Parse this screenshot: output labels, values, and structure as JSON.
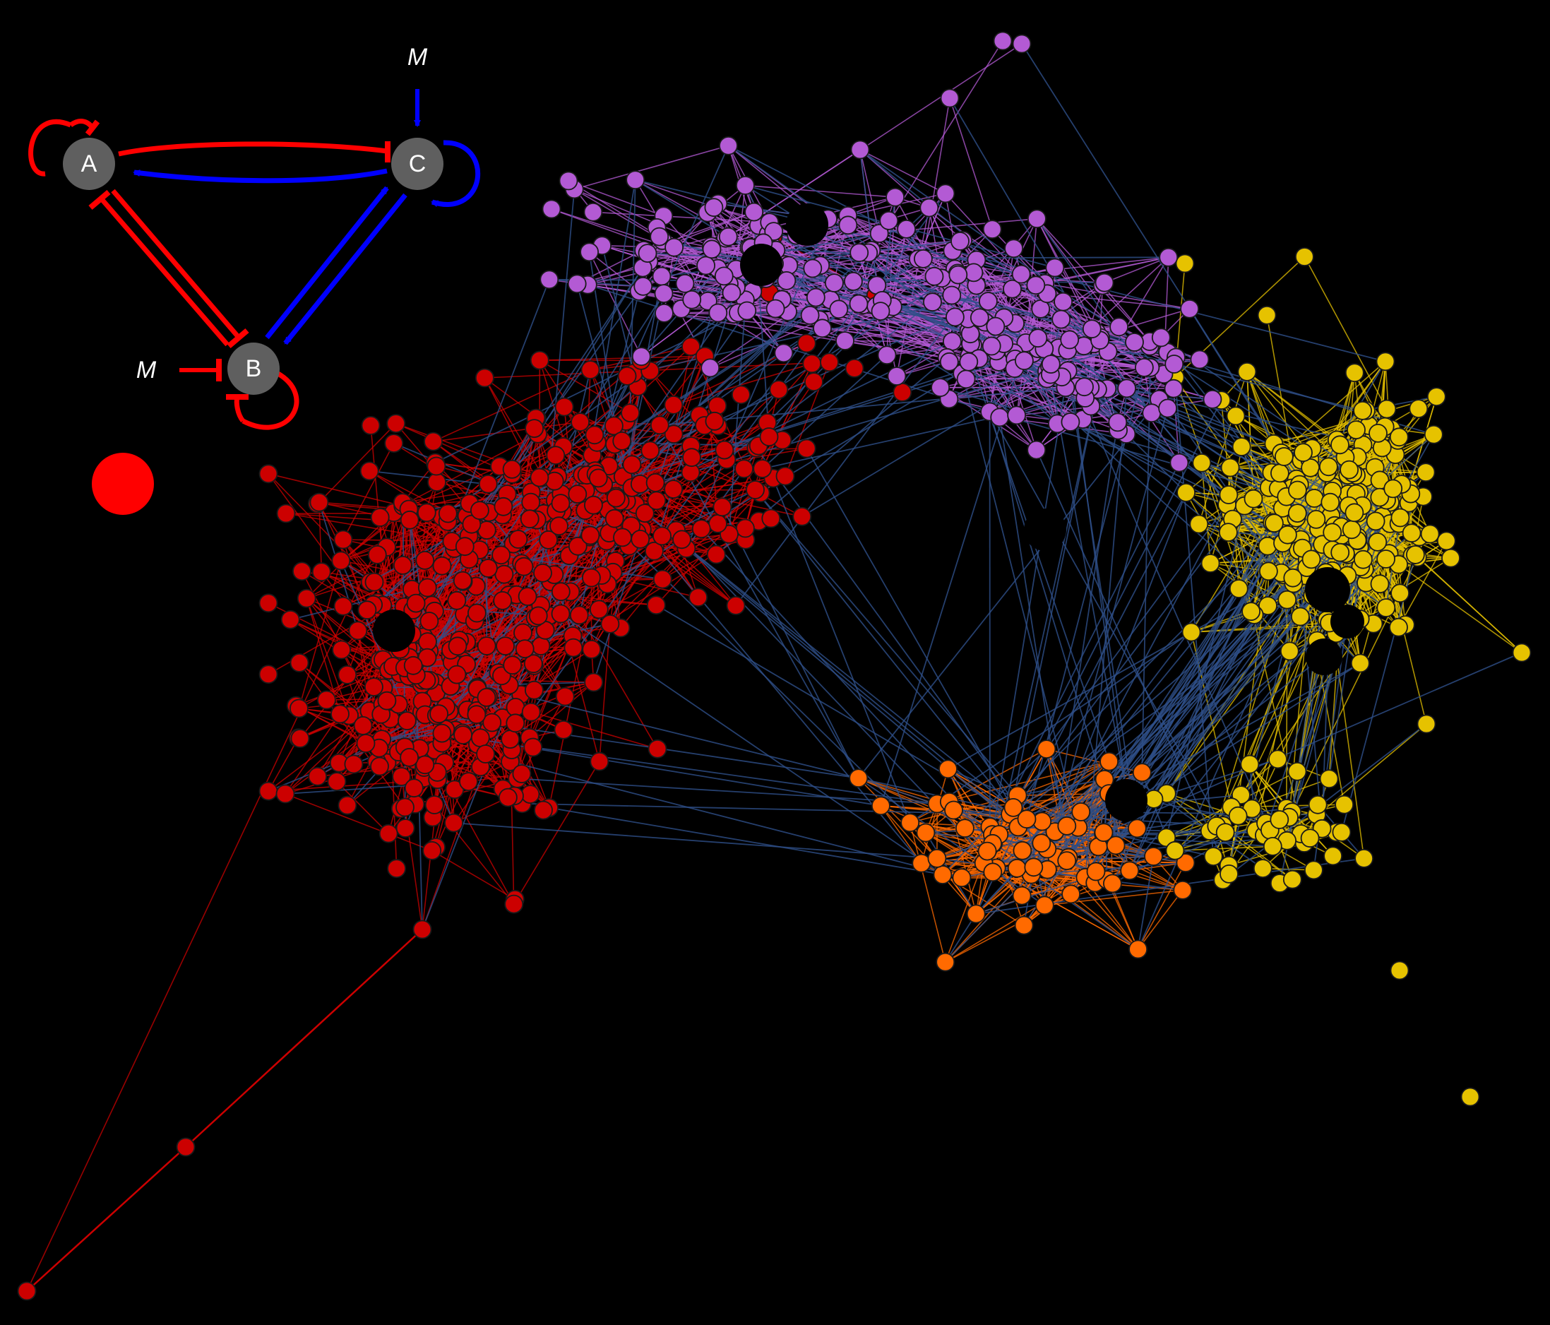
{
  "motif": {
    "nodes": [
      {
        "id": "A",
        "label": "A"
      },
      {
        "id": "B",
        "label": "B"
      },
      {
        "id": "C",
        "label": "C"
      }
    ],
    "inputs": [
      {
        "target": "C",
        "label": "M",
        "type": "activation"
      },
      {
        "target": "B",
        "label": "M",
        "type": "inhibition"
      }
    ],
    "edges": [
      {
        "from": "A",
        "to": "A",
        "type": "inhibition"
      },
      {
        "from": "A",
        "to": "C",
        "type": "inhibition"
      },
      {
        "from": "C",
        "to": "A",
        "type": "activation"
      },
      {
        "from": "C",
        "to": "C",
        "type": "activation"
      },
      {
        "from": "A",
        "to": "B",
        "type": "inhibition"
      },
      {
        "from": "B",
        "to": "A",
        "type": "inhibition"
      },
      {
        "from": "B",
        "to": "C",
        "type": "activation"
      },
      {
        "from": "C",
        "to": "B",
        "type": "activation"
      },
      {
        "from": "B",
        "to": "B",
        "type": "inhibition"
      }
    ]
  },
  "colors": {
    "background": "#000000",
    "motif_node": "#5f5f5f",
    "activation": "#0000ff",
    "inhibition": "#ff0000",
    "indicator_dot": "#ff0000",
    "cluster_red": "#cc0000",
    "cluster_purple": "#b35ad4",
    "cluster_yellow": "#e6c200",
    "cluster_orange": "#ff6a00",
    "inter_cluster_edge": "#2e4f88",
    "node_stroke": "#1a1a1a"
  },
  "network": {
    "clusters": [
      {
        "name": "red",
        "color_key": "cluster_red",
        "node_count": 430
      },
      {
        "name": "purple",
        "color_key": "cluster_purple",
        "node_count": 230
      },
      {
        "name": "yellow",
        "color_key": "cluster_yellow",
        "node_count": 230
      },
      {
        "name": "orange",
        "color_key": "cluster_orange",
        "node_count": 70
      }
    ]
  }
}
